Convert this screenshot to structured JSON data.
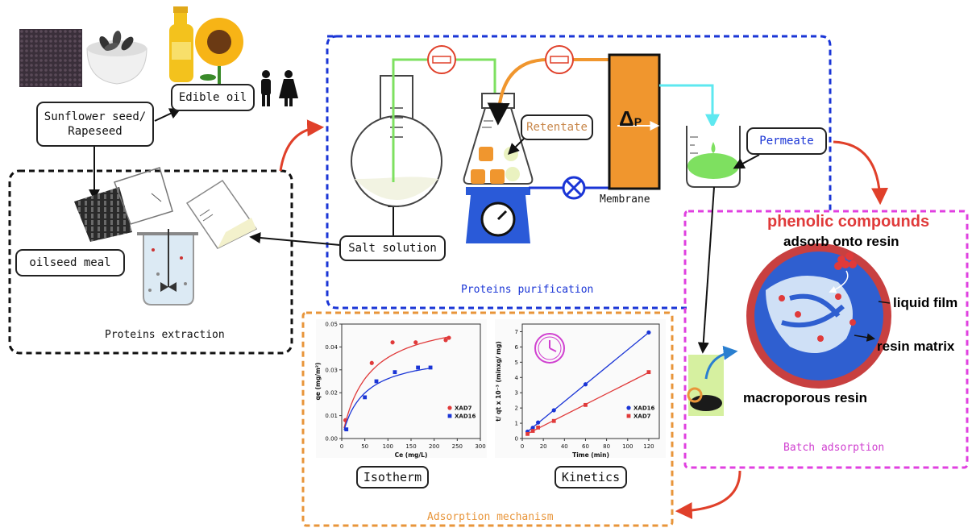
{
  "labels": {
    "sunflower_seed": "Sunflower seed/\nRapeseed",
    "edible_oil": "Edible oil",
    "oilseed_meal": "oilseed meal",
    "salt_solution": "Salt solution",
    "retentate": "Retentate",
    "permeate": "Permeate",
    "membrane": "Membrane",
    "delta_p": "P",
    "delta_symbol": "Δ"
  },
  "sections": {
    "extraction": "Proteins extraction",
    "purification": "Proteins purification",
    "adsorption_mechanism": "Adsorption mechanism",
    "batch_adsorption": "Batch adsorption"
  },
  "resin": {
    "phenolic": "phenolic compounds",
    "adsorb": "adsorb onto resin",
    "liquid_film": "liquid film",
    "resin_matrix": "resin matrix",
    "macroporous": "macroporous resin"
  },
  "colors": {
    "extraction_border": "#111111",
    "purification_border": "#1a35d6",
    "adsorption_border": "#e8953a",
    "batch_border": "#e040e0",
    "arrow_red": "#e0402a",
    "membrane_fill": "#f0962e",
    "green_line": "#7ee060",
    "cyan_line": "#5ee8f0",
    "xad7": "#e03a3a",
    "xad16": "#1a35d6",
    "purification_text": "#1a35d6",
    "adsorption_text": "#e8953a",
    "batch_text": "#d040d0",
    "retentate_text": "#c8874a",
    "permeate_text": "#1a35d6"
  },
  "chart_data": [
    {
      "type": "scatter",
      "title": "Isotherm",
      "xlabel": "Ce (mg/L)",
      "ylabel": "qe (mg/m²)",
      "xlim": [
        0,
        300
      ],
      "ylim": [
        0,
        0.05
      ],
      "xticks": [
        0,
        50,
        100,
        150,
        200,
        250,
        300
      ],
      "yticks": [
        0.0,
        0.01,
        0.02,
        0.03,
        0.04,
        0.05
      ],
      "legend": "bottom-right",
      "series": [
        {
          "name": "XAD7",
          "color": "#e03a3a",
          "x": [
            8,
            65,
            110,
            160,
            225,
            232
          ],
          "y": [
            0.008,
            0.033,
            0.042,
            0.042,
            0.043,
            0.044
          ]
        },
        {
          "name": "XAD16",
          "color": "#1a35d6",
          "x": [
            10,
            50,
            75,
            115,
            165,
            192
          ],
          "y": [
            0.004,
            0.018,
            0.025,
            0.029,
            0.031,
            0.031
          ]
        }
      ]
    },
    {
      "type": "scatter",
      "title": "Kinetics",
      "xlabel": "Time (min)",
      "ylabel": "t/ qt x 10⁻³ (minxg/ mg)",
      "xlim": [
        0,
        130
      ],
      "ylim": [
        0,
        7.5
      ],
      "xticks": [
        0,
        20,
        40,
        60,
        80,
        100,
        120
      ],
      "yticks": [
        0,
        1,
        2,
        3,
        4,
        5,
        6,
        7
      ],
      "legend": "bottom-right",
      "series": [
        {
          "name": "XAD16",
          "color": "#1a35d6",
          "x": [
            5,
            10,
            15,
            30,
            60,
            120
          ],
          "y": [
            0.45,
            0.7,
            1.05,
            1.85,
            3.55,
            6.95
          ]
        },
        {
          "name": "XAD7",
          "color": "#e03a3a",
          "x": [
            5,
            10,
            15,
            30,
            60,
            120
          ],
          "y": [
            0.3,
            0.5,
            0.72,
            1.15,
            2.2,
            4.35
          ]
        }
      ]
    }
  ]
}
